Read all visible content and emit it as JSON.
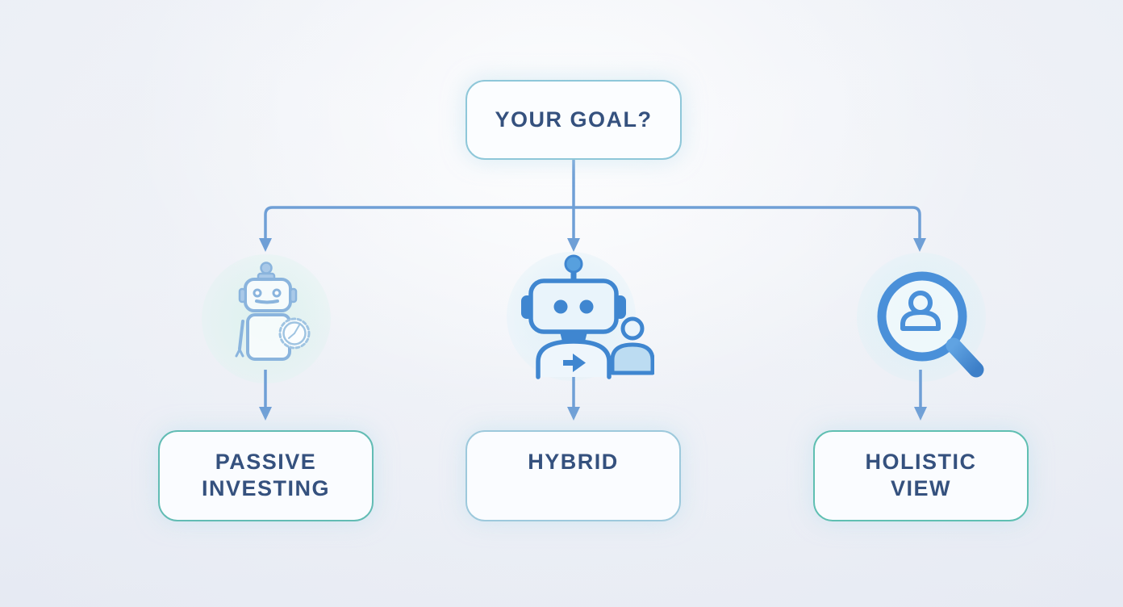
{
  "diagram": {
    "root_node": {
      "label": "YOUR GOAL?"
    },
    "branch_nodes": [
      {
        "label": "PASSIVE INVESTING",
        "icon": "robot-gear-icon"
      },
      {
        "label": "HYBRID",
        "icon": "robot-person-icon"
      },
      {
        "label": "HOLISTIC VIEW",
        "icon": "magnifier-person-icon"
      }
    ],
    "colors": {
      "node_text": "#35517e",
      "connector_arrow": "#6f9fd6",
      "root_box_border": "#8ec7d9",
      "passive_box_border": "#62bcb4",
      "hybrid_box_border": "#9dc9dc",
      "holistic_box_border": "#5fbfb2",
      "icon_primary_blue": "#3f86d0",
      "icon_soft_blue": "#8ab4dd",
      "box_fill": "#fbfdff"
    }
  }
}
